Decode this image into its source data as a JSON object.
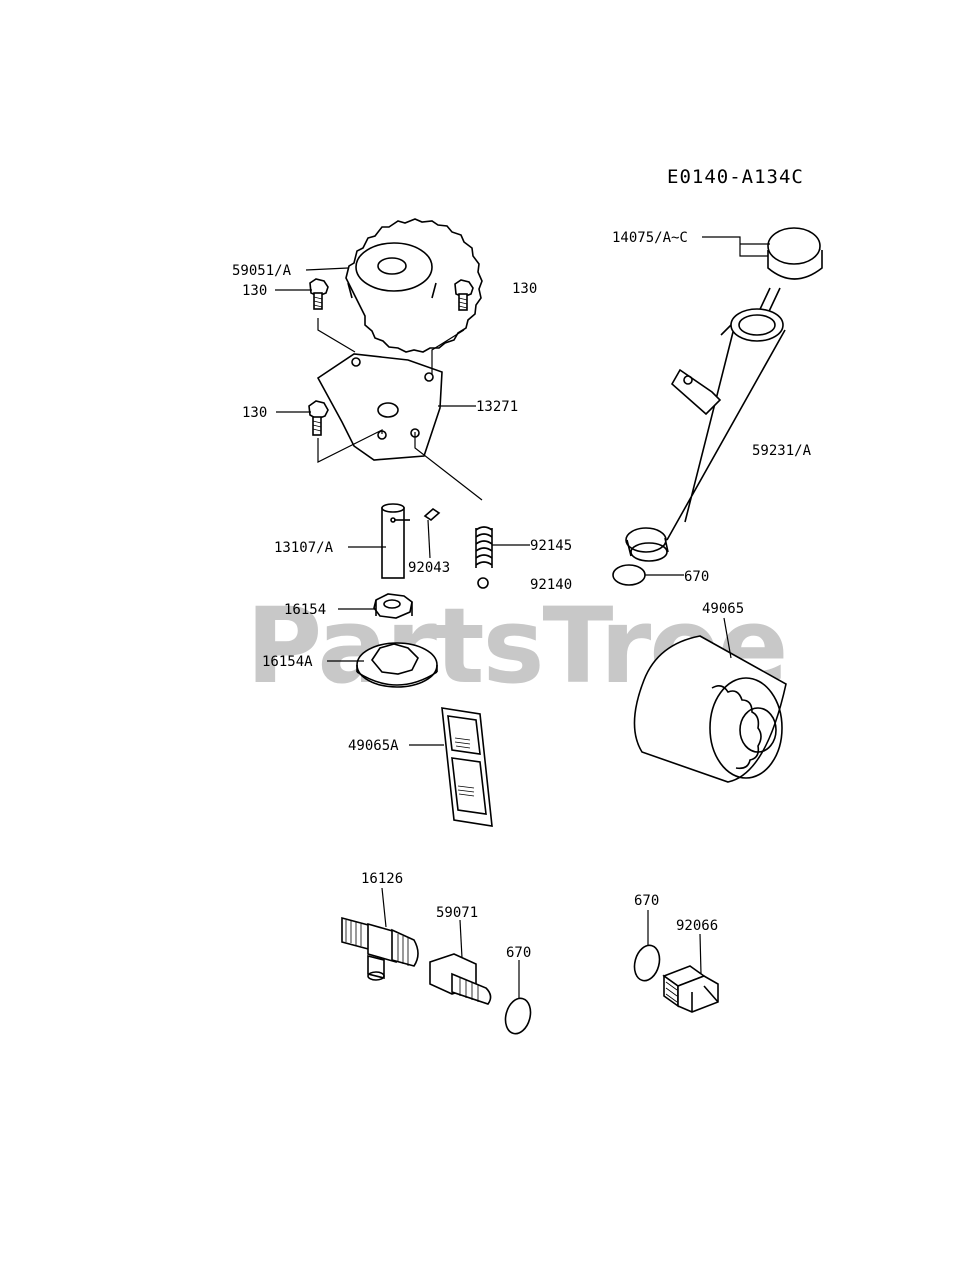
{
  "diagram_code": "E0140-A134C",
  "watermark": "PartsTree",
  "parts": {
    "idler_gear": "59051/A",
    "bolt_left_top": "130",
    "bolt_right_top": "130",
    "plate": "13271",
    "bolt_left_mid": "130",
    "shaft": "13107/A",
    "pin": "92043",
    "spring": "92145",
    "ball": "92140",
    "inner_rotor": "16154",
    "outer_rotor": "16154A",
    "screen": "49065A",
    "dipstick": "14075/A~C",
    "filler_tube": "59231/A",
    "oring_tube": "670",
    "oil_filter": "49065",
    "fitting": "16126",
    "nipple": "59071",
    "oring_nipple": "670",
    "oring_drain": "670",
    "drain_plug": "92066"
  }
}
